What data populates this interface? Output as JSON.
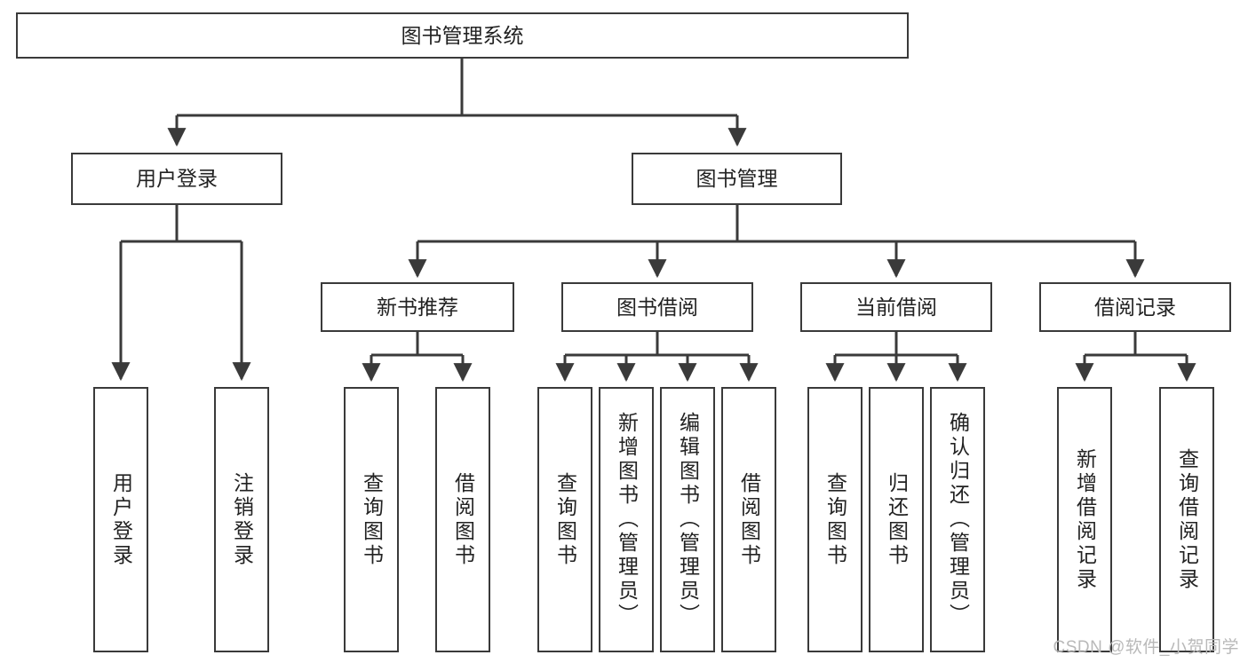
{
  "diagram": {
    "title": "图书管理系统",
    "type": "tree",
    "nodes": {
      "root": {
        "label": "图书管理系统"
      },
      "level1": [
        {
          "id": "user-login",
          "label": "用户登录"
        },
        {
          "id": "book-manage",
          "label": "图书管理"
        }
      ],
      "level2": [
        {
          "id": "new-book-rec",
          "label": "新书推荐",
          "parent": "book-manage"
        },
        {
          "id": "book-borrow",
          "label": "图书借阅",
          "parent": "book-manage"
        },
        {
          "id": "current-borrow",
          "label": "当前借阅",
          "parent": "book-manage"
        },
        {
          "id": "borrow-record",
          "label": "借阅记录",
          "parent": "book-manage"
        }
      ],
      "leaves": [
        {
          "id": "leaf-user-login",
          "label": "用户登录",
          "parent": "user-login"
        },
        {
          "id": "leaf-user-logout",
          "label": "注销登录",
          "parent": "user-login"
        },
        {
          "id": "leaf-query-book-1",
          "label": "查询图书",
          "parent": "new-book-rec"
        },
        {
          "id": "leaf-borrow-book-1",
          "label": "借阅图书",
          "parent": "new-book-rec"
        },
        {
          "id": "leaf-query-book-2",
          "label": "查询图书",
          "parent": "book-borrow"
        },
        {
          "id": "leaf-add-book",
          "label": "新增图书（管理员）",
          "parent": "book-borrow"
        },
        {
          "id": "leaf-edit-book",
          "label": "编辑图书（管理员）",
          "parent": "book-borrow"
        },
        {
          "id": "leaf-borrow-book-2",
          "label": "借阅图书",
          "parent": "book-borrow"
        },
        {
          "id": "leaf-query-book-3",
          "label": "查询图书",
          "parent": "current-borrow"
        },
        {
          "id": "leaf-return-book",
          "label": "归还图书",
          "parent": "current-borrow"
        },
        {
          "id": "leaf-confirm-return",
          "label": "确认归还（管理员）",
          "parent": "current-borrow"
        },
        {
          "id": "leaf-add-record",
          "label": "新增借阅记录",
          "parent": "borrow-record"
        },
        {
          "id": "leaf-query-record",
          "label": "查询借阅记录",
          "parent": "borrow-record"
        }
      ]
    },
    "colors": {
      "border": "#3a3a3a",
      "background": "#ffffff",
      "text": "#222222",
      "edge": "#3a3a3a",
      "watermark": "#b9b9b9"
    }
  },
  "watermark": {
    "text": "CSDN @软件_小贺同学"
  }
}
